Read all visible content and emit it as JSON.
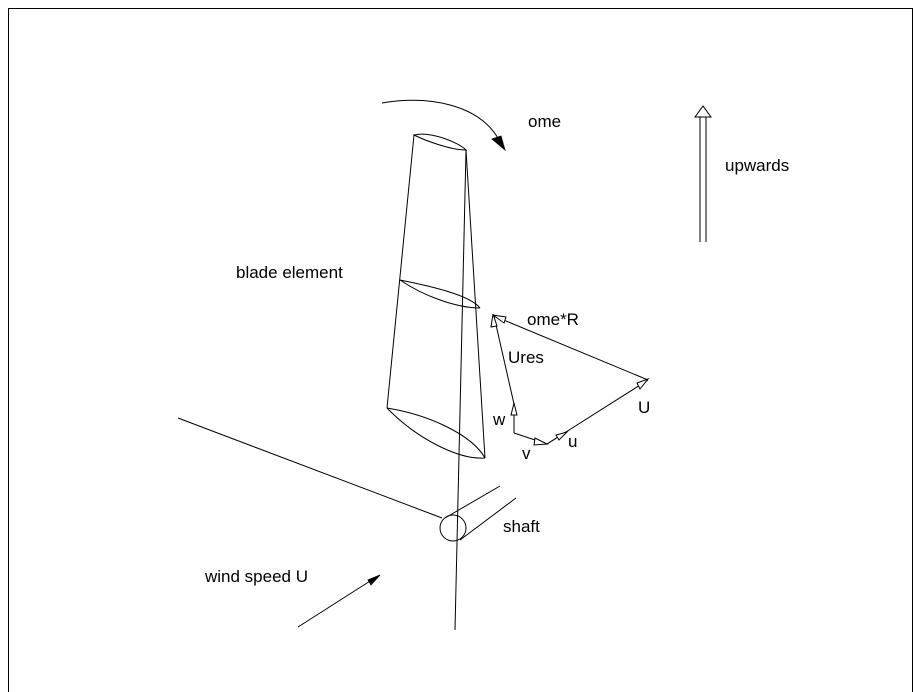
{
  "labels": {
    "ome": "ome",
    "upwards": "upwards",
    "blade_element": "blade element",
    "ome_r": "ome*R",
    "ures": "Ures",
    "u_upper": "U",
    "w": "w",
    "v": "v",
    "u_lower": "u",
    "shaft": "shaft",
    "wind_speed": "wind speed U"
  },
  "colors": {
    "ink": "#000000",
    "paper": "#ffffff"
  }
}
